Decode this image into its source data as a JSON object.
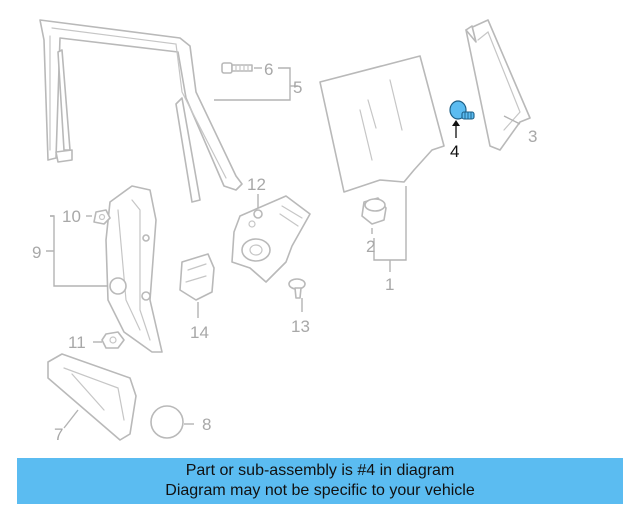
{
  "diagram": {
    "callouts": {
      "c1": "1",
      "c2": "2",
      "c3": "3",
      "c4": "4",
      "c5": "5",
      "c6": "6",
      "c7": "7",
      "c8": "8",
      "c9": "9",
      "c10": "10",
      "c11": "11",
      "c12": "12",
      "c13": "13",
      "c14": "14"
    },
    "highlighted_part": "4",
    "colors": {
      "highlight": "#5bbcf1",
      "line_art": "#b9b9b9",
      "callout_text": "#a8a8a8"
    }
  },
  "caption": {
    "line1": "Part or sub-assembly is #4 in diagram",
    "line2": "Diagram may not be specific to your vehicle",
    "background": "#5bbcf1"
  }
}
